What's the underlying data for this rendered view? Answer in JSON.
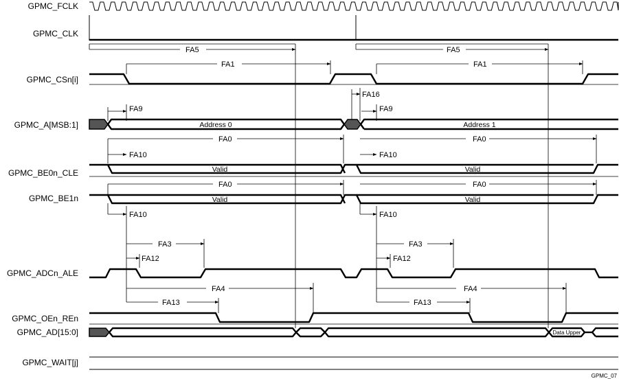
{
  "signals": [
    {
      "id": "fclk",
      "label": "GPMC_FCLK"
    },
    {
      "id": "clk",
      "label": "GPMC_CLK"
    },
    {
      "id": "csn",
      "label": "GPMC_CSn[i]"
    },
    {
      "id": "addr",
      "label": "GPMC_A[MSB:1]"
    },
    {
      "id": "be0",
      "label": "GPMC_BE0n_CLE"
    },
    {
      "id": "be1",
      "label": "GPMC_BE1n"
    },
    {
      "id": "adv",
      "label": "GPMC_ADCn_ALE"
    },
    {
      "id": "oen",
      "label": "GPMC_OEn_REn"
    },
    {
      "id": "ad",
      "label": "GPMC_AD[15:0]"
    },
    {
      "id": "wait",
      "label": "GPMC_WAIT[j]"
    }
  ],
  "bus_values": {
    "address_0": "Address 0",
    "address_1": "Address 1",
    "valid": "Valid",
    "data_upper": "Data Upper"
  },
  "timing_params": {
    "fa5": "FA5",
    "fa1": "FA1",
    "fa16": "FA16",
    "fa9": "FA9",
    "fa0": "FA0",
    "fa10": "FA10",
    "fa3": "FA3",
    "fa12": "FA12",
    "fa4": "FA4",
    "fa13": "FA13"
  },
  "figure_id": "GPMC_07"
}
